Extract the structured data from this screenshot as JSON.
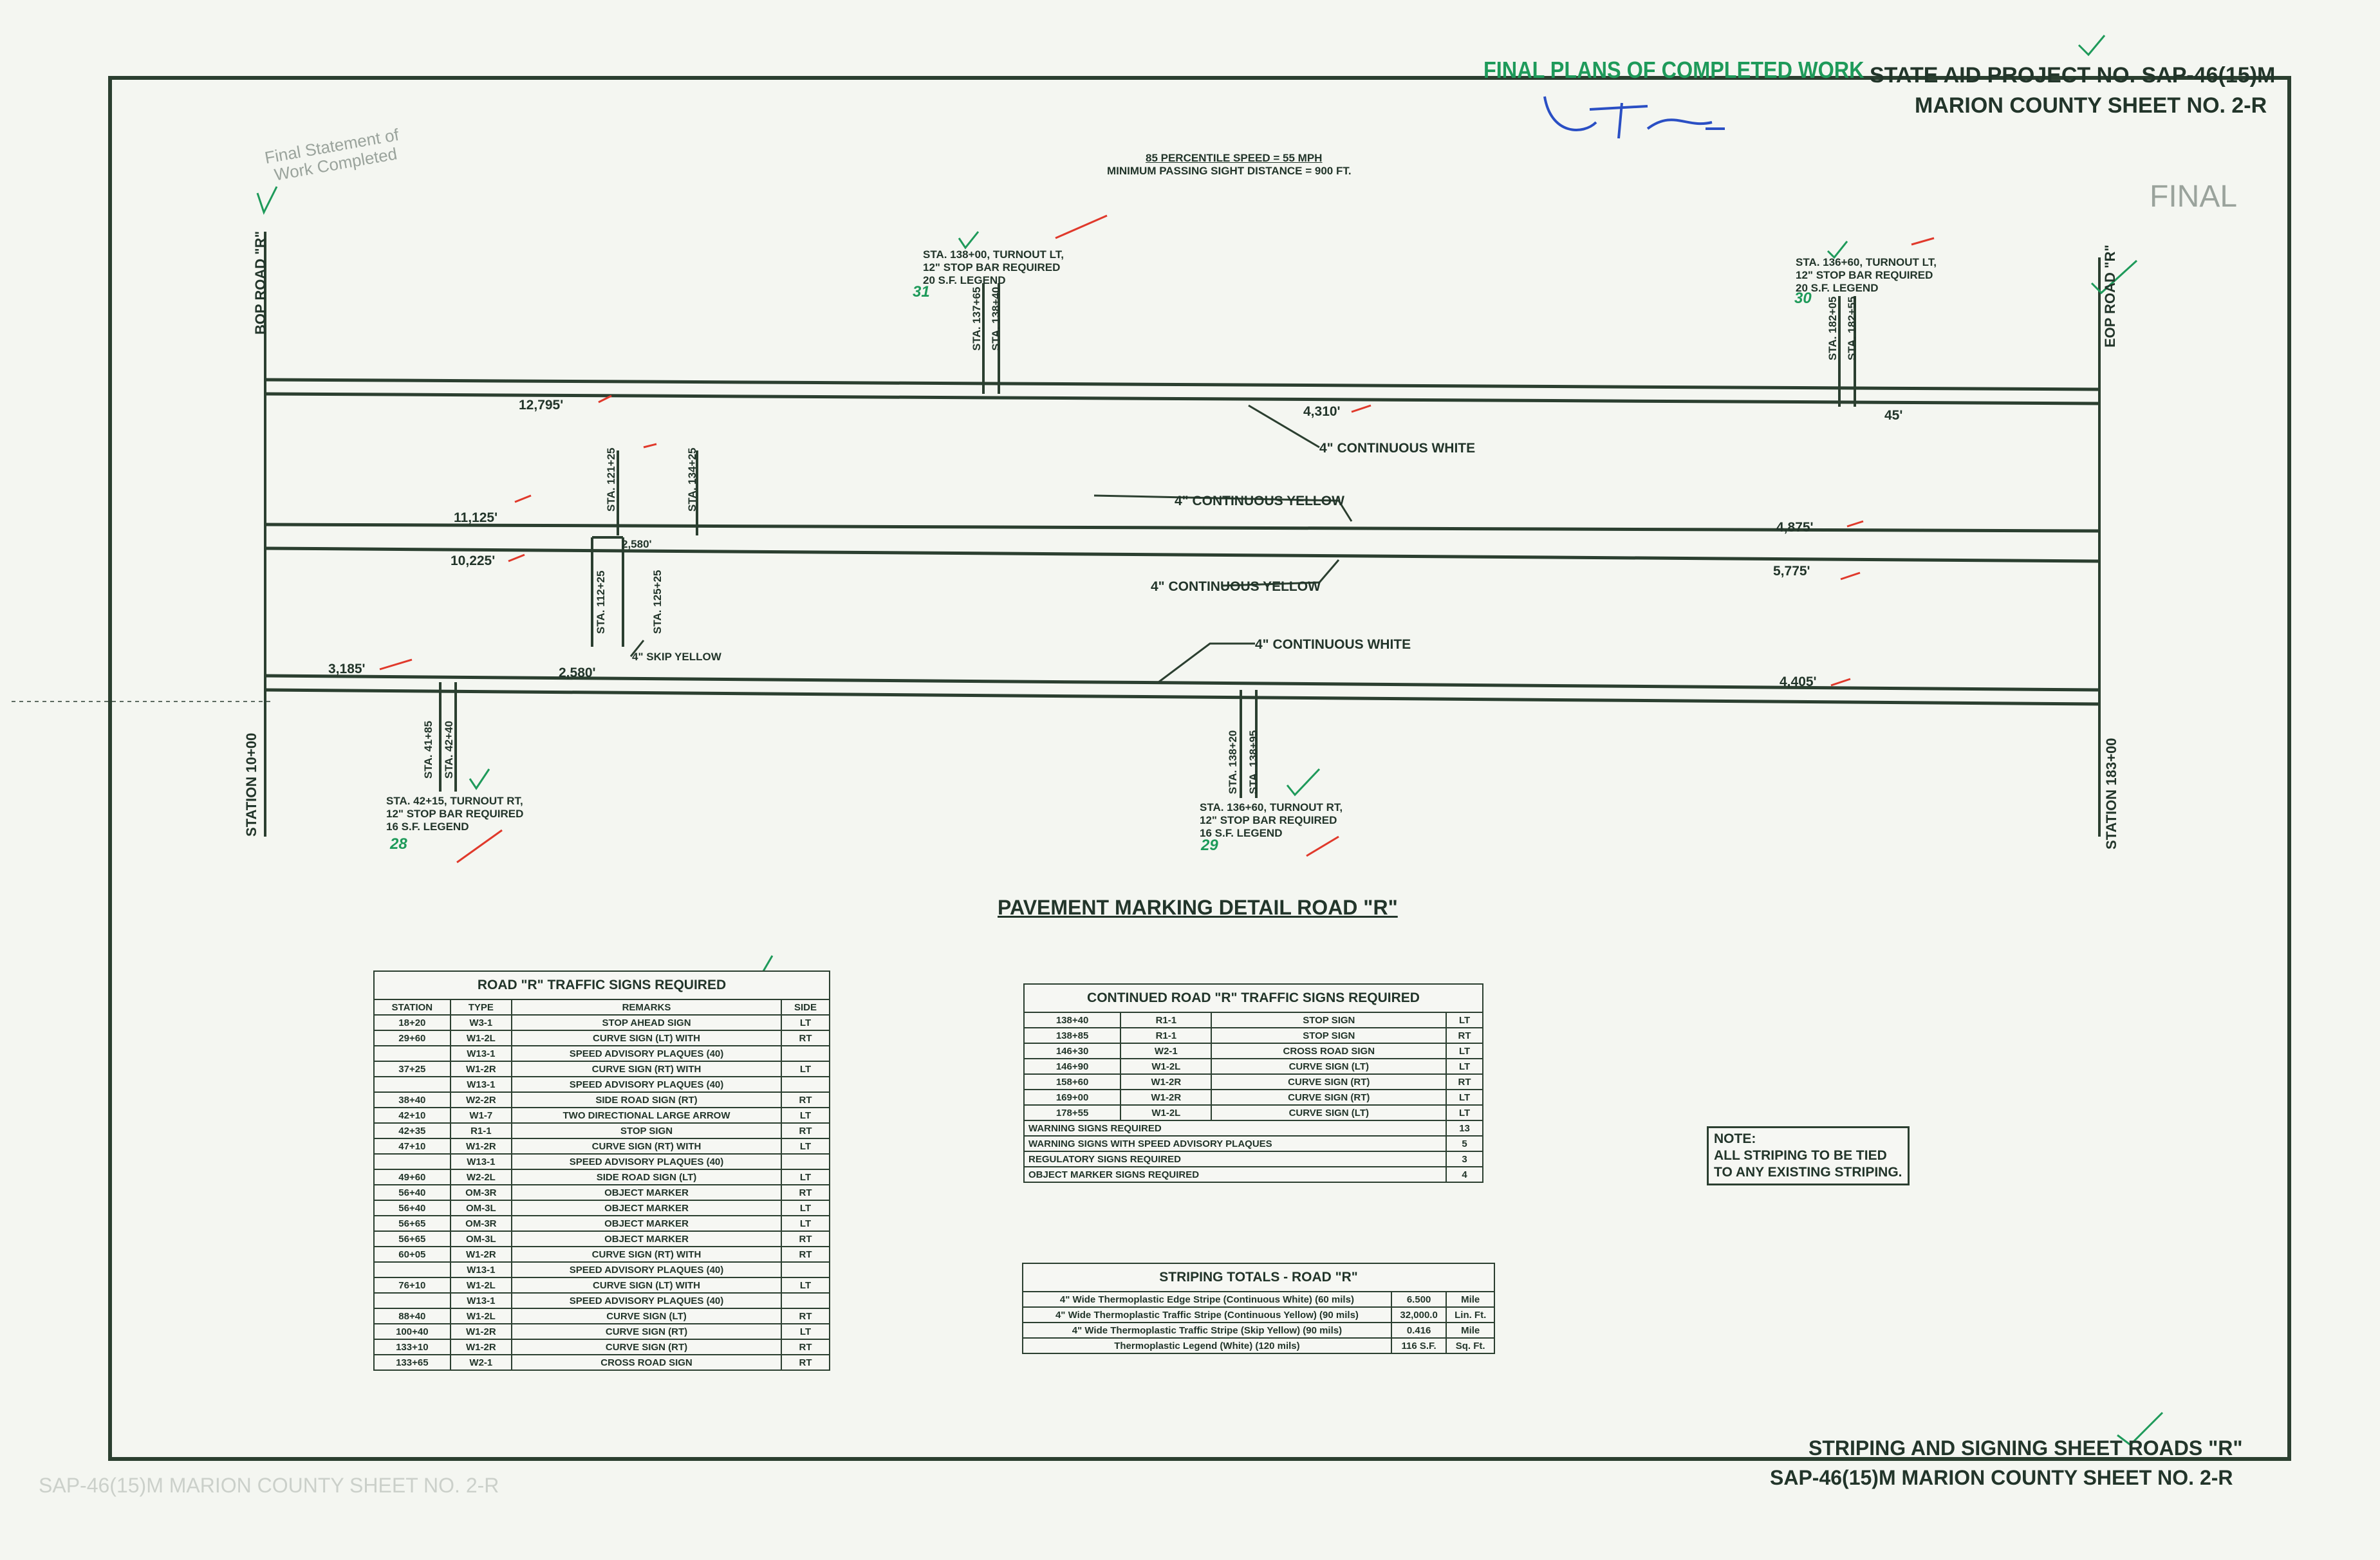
{
  "header": {
    "final_plans": "FINAL PLANS OF COMPLETED WORK",
    "project_no": "STATE AID PROJECT NO. SAP-46(15)M",
    "county_sheet": "MARION COUNTY  SHEET NO. 2-R",
    "stamp": "FINAL",
    "statement_stamp_line1": "Final Statement of",
    "statement_stamp_line2": "Work Completed"
  },
  "speed_note": {
    "line1": "85 PERCENTILE SPEED = 55 MPH",
    "line2": "MINIMUM PASSING SIGHT DISTANCE = 900 FT."
  },
  "plan": {
    "bop": "BOP ROAD \"R\"",
    "eop": "EOP ROAD \"R\"",
    "station_start": "STATION 10+00",
    "station_end": "STATION 183+00",
    "dims": [
      "12,795'",
      "4,310'",
      "45'",
      "11,125'",
      "10,225'",
      "4,875'",
      "5,775'",
      "3,185'",
      "2,580'",
      "4,405'",
      "2,580'"
    ],
    "callouts": {
      "white_top": "4\" CONTINUOUS WHITE",
      "yellow_1": "4\" CONTINUOUS YELLOW",
      "yellow_2": "4\" CONTINUOUS YELLOW",
      "skip_yellow": "4\" SKIP YELLOW",
      "white_bottom": "4\" CONTINUOUS WHITE"
    },
    "stations": [
      "STA. 137+65",
      "STA. 138+40",
      "STA. 182+05",
      "STA. 182+55",
      "STA. 121+25",
      "STA. 134+25",
      "STA. 112+25",
      "STA. 125+25",
      "STA. 41+85",
      "STA. 42+40",
      "STA. 138+20",
      "STA. 138+95"
    ],
    "turnouts": [
      {
        "line1": "STA. 138+00, TURNOUT LT,",
        "line2": "12\" STOP BAR REQUIRED",
        "line3": "20 S.F. LEGEND",
        "hand": "31"
      },
      {
        "line1": "STA. 136+60, TURNOUT LT,",
        "line2": "12\" STOP BAR REQUIRED",
        "line3": "20 S.F. LEGEND",
        "hand": "30"
      },
      {
        "line1": "STA. 42+15, TURNOUT RT,",
        "line2": "12\" STOP BAR REQUIRED",
        "line3": "16 S.F. LEGEND",
        "hand": "28"
      },
      {
        "line1": "STA. 136+60, TURNOUT RT,",
        "line2": "12\" STOP BAR REQUIRED",
        "line3": "16 S.F. LEGEND",
        "hand": "29"
      }
    ],
    "detail_title": "PAVEMENT MARKING DETAIL ROAD \"R\""
  },
  "signs_table": {
    "title": "ROAD \"R\" TRAFFIC SIGNS REQUIRED",
    "headers": [
      "STATION",
      "TYPE",
      "REMARKS",
      "SIDE"
    ],
    "rows": [
      [
        "18+20",
        "W3-1",
        "STOP AHEAD SIGN",
        "LT"
      ],
      [
        "29+60",
        "W1-2L",
        "CURVE SIGN (LT) WITH",
        "RT"
      ],
      [
        "",
        "W13-1",
        "SPEED ADVISORY PLAQUES (40)",
        ""
      ],
      [
        "37+25",
        "W1-2R",
        "CURVE SIGN (RT) WITH",
        "LT"
      ],
      [
        "",
        "W13-1",
        "SPEED ADVISORY PLAQUES (40)",
        ""
      ],
      [
        "38+40",
        "W2-2R",
        "SIDE ROAD SIGN (RT)",
        "RT"
      ],
      [
        "42+10",
        "W1-7",
        "TWO DIRECTIONAL LARGE ARROW",
        "LT"
      ],
      [
        "42+35",
        "R1-1",
        "STOP SIGN",
        "RT"
      ],
      [
        "47+10",
        "W1-2R",
        "CURVE SIGN (RT) WITH",
        "LT"
      ],
      [
        "",
        "W13-1",
        "SPEED ADVISORY PLAQUES (40)",
        ""
      ],
      [
        "49+60",
        "W2-2L",
        "SIDE ROAD SIGN (LT)",
        "LT"
      ],
      [
        "56+40",
        "OM-3R",
        "OBJECT MARKER",
        "RT"
      ],
      [
        "56+40",
        "OM-3L",
        "OBJECT MARKER",
        "LT"
      ],
      [
        "56+65",
        "OM-3R",
        "OBJECT MARKER",
        "LT"
      ],
      [
        "56+65",
        "OM-3L",
        "OBJECT MARKER",
        "RT"
      ],
      [
        "60+05",
        "W1-2R",
        "CURVE SIGN (RT) WITH",
        "RT"
      ],
      [
        "",
        "W13-1",
        "SPEED ADVISORY PLAQUES (40)",
        ""
      ],
      [
        "76+10",
        "W1-2L",
        "CURVE SIGN (LT) WITH",
        "LT"
      ],
      [
        "",
        "W13-1",
        "SPEED ADVISORY PLAQUES (40)",
        ""
      ],
      [
        "88+40",
        "W1-2L",
        "CURVE SIGN (LT)",
        "RT"
      ],
      [
        "100+40",
        "W1-2R",
        "CURVE SIGN (RT)",
        "LT"
      ],
      [
        "133+10",
        "W1-2R",
        "CURVE SIGN (RT)",
        "RT"
      ],
      [
        "133+65",
        "W2-1",
        "CROSS ROAD SIGN",
        "RT"
      ]
    ]
  },
  "continued_table": {
    "title": "CONTINUED ROAD \"R\" TRAFFIC SIGNS REQUIRED",
    "rows": [
      [
        "138+40",
        "R1-1",
        "STOP SIGN",
        "LT"
      ],
      [
        "138+85",
        "R1-1",
        "STOP SIGN",
        "RT"
      ],
      [
        "146+30",
        "W2-1",
        "CROSS ROAD SIGN",
        "LT"
      ],
      [
        "146+90",
        "W1-2L",
        "CURVE SIGN (LT)",
        "LT"
      ],
      [
        "158+60",
        "W1-2R",
        "CURVE SIGN (RT)",
        "RT"
      ],
      [
        "169+00",
        "W1-2R",
        "CURVE SIGN (RT)",
        "LT"
      ],
      [
        "178+55",
        "W1-2L",
        "CURVE SIGN (LT)",
        "LT"
      ]
    ],
    "summary": [
      [
        "WARNING SIGNS REQUIRED",
        "13"
      ],
      [
        "WARNING SIGNS WITH SPEED ADVISORY PLAQUES",
        "5"
      ],
      [
        "REGULATORY SIGNS REQUIRED",
        "3"
      ],
      [
        "OBJECT MARKER SIGNS REQUIRED",
        "4"
      ]
    ]
  },
  "note": {
    "line1": "NOTE:",
    "line2": "ALL STRIPING TO  BE TIED",
    "line3": "TO ANY EXISTING STRIPING."
  },
  "striping_table": {
    "title": "STRIPING TOTALS - ROAD \"R\"",
    "rows": [
      [
        "4\" Wide Thermoplastic Edge Stripe (Continuous White) (60 mils)",
        "6.500",
        "Mile"
      ],
      [
        "4\" Wide Thermoplastic Traffic Stripe (Continuous Yellow) (90 mils)",
        "32,000.0",
        "Lin. Ft."
      ],
      [
        "4\" Wide Thermoplastic Traffic Stripe (Skip Yellow) (90 mils)",
        "0.416",
        "Mile"
      ],
      [
        "Thermoplastic Legend (White) (120 mils)",
        "116 S.F.",
        "Sq. Ft."
      ]
    ]
  },
  "footer": {
    "title": "STRIPING AND SIGNING SHEET  ROADS \"R\"",
    "project": "SAP-46(15)M  MARION COUNTY  SHEET NO. 2-R",
    "ghost": "SAP-46(15)M  MARION COUNTY  SHEET NO. 2-R"
  },
  "colors": {
    "ink": "#22352a",
    "green": "#1e9a5a",
    "red": "#e0392b",
    "blue": "#2a4fc4"
  }
}
